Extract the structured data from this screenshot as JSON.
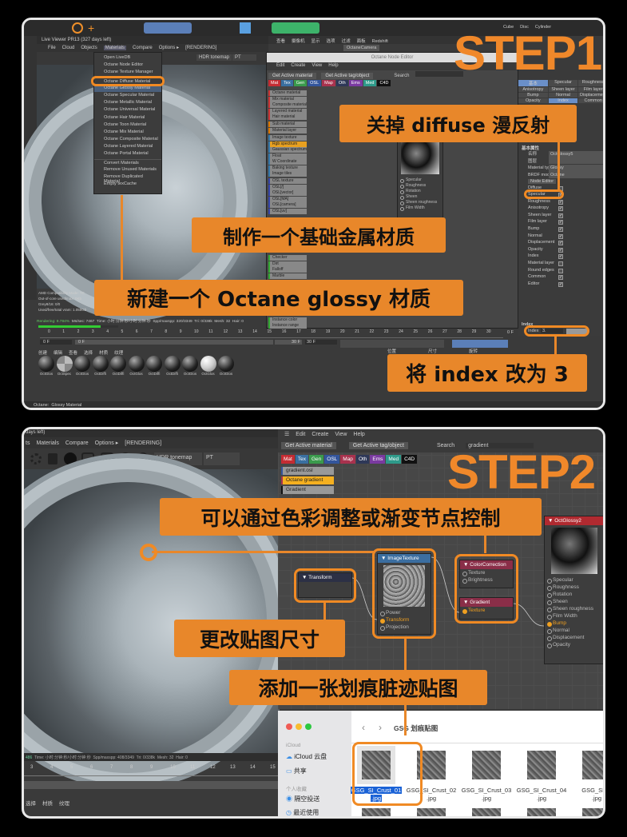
{
  "step1": {
    "step_label": "STEP1",
    "viewer_title": "Live Viewer PR13 (327 days left)",
    "menubar": [
      "File",
      "Cloud",
      "Objects",
      "Materials",
      "Compare",
      "Options ▸",
      "[RENDERING]"
    ],
    "tonemap": "HDR tonemap",
    "render_mode": "PT",
    "materials_menu": {
      "items": [
        "Open LiveDB",
        "Octane Node Editor",
        "Octane Texture Manager",
        "Octane Diffuse Material",
        "Octane Glossy Material",
        "Octane Specular Material",
        "Octane Metallic Material",
        "Octane Universal Material",
        "Octane Hair Material",
        "Octane Toon Material",
        "Octane Mix Material",
        "Octane Composite Material",
        "Octane Layered Material",
        "Octane Portal Material",
        "Convert Materials",
        "Remove Unused Materials",
        "Remove Duplicated Material",
        "Empty texCache"
      ],
      "highlighted": "Octane Glossy Material"
    },
    "node_editor": {
      "title": "Octane Node Editor",
      "menu": [
        "Edit",
        "Create",
        "View",
        "Help"
      ],
      "get_active_material": "Get Active material",
      "get_active_tag": "Get Active tag/object",
      "search_label": "Search",
      "tags": [
        "Mat",
        "Tex",
        "Gen",
        "OSL",
        "Map",
        "Oth",
        "Ems",
        "Med",
        "C4D"
      ],
      "node_list": [
        "Octane material",
        "Mix material",
        "Composite material",
        "Layered material",
        "Hair material",
        "Sub material",
        "Material layer",
        "Image texture",
        "Rgb spectrum",
        "Gaussian spectrum",
        "Float",
        "W Coordinate",
        "Baking texture",
        "Image tiles",
        "OSL texture",
        "OSL[/]",
        "OSL[vector]",
        "OSL[MA]",
        "OSL[camera]",
        "OSL[uv]",
        "Checker",
        "Dirt",
        "Falloff",
        "Marble",
        "Instance color",
        "Instance range"
      ],
      "node_ports": [
        "Specular",
        "Roughness",
        "Rotation",
        "Sheen",
        "Sheen roughness",
        "Film Width"
      ]
    },
    "viewport_menu": [
      "查看",
      "摄像机",
      "显示",
      "选项",
      "过滤",
      "面板",
      "Redshift"
    ],
    "camera": "OctaneCamera",
    "objects": [
      "Cube",
      "Disc",
      "Cylinder"
    ],
    "attributes": {
      "tabs": [
        "基本",
        "Specular",
        "Roughness",
        "Anisotropy",
        "Sheen layer",
        "Film layer",
        "Bump",
        "Normal",
        "Displacement",
        "Opacity",
        "Index",
        "Common"
      ],
      "active_tab": "Index",
      "section": "基本属性",
      "name_label": "名称",
      "name_value": "OctGlossy5",
      "layer_label": "图层",
      "material_type_label": "Material type",
      "material_type": "Glossy",
      "brdf_label": "BRDF model",
      "brdf": "Octane",
      "node_editor_btn": "Node Editor",
      "channels": [
        {
          "label": "Diffuse",
          "checked": false
        },
        {
          "label": "Specular",
          "checked": true
        },
        {
          "label": "Roughness",
          "checked": true
        },
        {
          "label": "Anisotropy",
          "checked": true
        },
        {
          "label": "Sheen layer",
          "checked": true
        },
        {
          "label": "Film layer",
          "checked": true
        },
        {
          "label": "Bump",
          "checked": true
        },
        {
          "label": "Normal",
          "checked": true
        },
        {
          "label": "Displacement",
          "checked": true
        },
        {
          "label": "Opacity",
          "checked": true
        },
        {
          "label": "Index",
          "checked": true
        },
        {
          "label": "Material layer",
          "checked": false
        },
        {
          "label": "Round edges",
          "checked": false
        },
        {
          "label": "Common",
          "checked": true
        },
        {
          "label": "Editor",
          "checked": true
        }
      ],
      "index_section": "Index",
      "index_label": "Index",
      "index_value": "3."
    },
    "stats": {
      "amd": "AMD Compatibility Mode: TC",
      "outofcore": "Out-of-core used/max: 0Kb",
      "grey": "Grey8/16: 0/0",
      "vram": "Used/free/total vram: 1.058Gb",
      "rendering": "Rendering: 9.784%",
      "msec": "Ms/sec: 7467",
      "time": "Time: 小时:分钟:秒/小时:分钟:秒",
      "spp": "Spp/maxspp: 320/3349",
      "tri": "Tri: 0/338k",
      "mesh": "Mesh: 32",
      "hair": "Hair: 0",
      "progress": 0.098
    },
    "timeline": [
      "0",
      "1",
      "2",
      "3",
      "4",
      "5",
      "6",
      "7",
      "8",
      "9",
      "10",
      "11",
      "12",
      "13",
      "14",
      "15",
      "16",
      "17",
      "18",
      "19",
      "20",
      "21",
      "22",
      "23",
      "24",
      "25",
      "26",
      "27",
      "28",
      "29",
      "30"
    ],
    "frame_start": "0 F",
    "frame_field": "0 F",
    "frame_end": "30 F",
    "frame_end2": "30 F",
    "frame_current": "0 F",
    "mat_menu": [
      "创建",
      "编辑",
      "查看",
      "选择",
      "材质",
      "纹理"
    ],
    "materials": [
      "OctGlos",
      "OctSpec",
      "OctGlos",
      "OctDiffi",
      "OctDiffi",
      "OctGlos",
      "OctDiffi",
      "OctDiffi",
      "OctGlos",
      "OctGlos",
      "OctGlos"
    ],
    "coord_headers": [
      "位置",
      "尺寸",
      "旋转"
    ],
    "status": "Octane:",
    "status_material": "Glossy Material",
    "callouts": {
      "diffuse": "关掉 diffuse 漫反射",
      "metal": "制作一个基础金属材质",
      "glossy": "新建一个 Octane glossy 材质",
      "index": "将 index 改为 3"
    }
  },
  "step2": {
    "step_label": "STEP2",
    "viewer_title": "days left)",
    "menubar": [
      "ts",
      "Materials",
      "Compare",
      "Options ▸",
      "[RENDERING]"
    ],
    "tonemap": "HDR tonemap",
    "render_mode": "PT",
    "node_editor": {
      "menu": [
        "Edit",
        "Create",
        "View",
        "Help"
      ],
      "get_active_material": "Get Active material",
      "get_active_tag": "Get Active tag/object",
      "search_label": "Search",
      "search_value": "gradient",
      "tags": [
        "Mat",
        "Tex",
        "Gen",
        "OSL",
        "Map",
        "Oth",
        "Ems",
        "Med",
        "C4D"
      ],
      "results": [
        "gradient.osl",
        "Octane gradient",
        "Gradient"
      ]
    },
    "nodes": {
      "transform": "Transform",
      "image_texture": "ImageTexture",
      "image_ports": [
        "Power",
        "Transform",
        "Projection"
      ],
      "color_correction": "ColorCorrection",
      "cc_ports": [
        "Texture",
        "Brightness"
      ],
      "gradient": "Gradient",
      "gradient_ports": [
        "Texture"
      ],
      "material": "OctGlossy2",
      "material_ports": [
        "Specular",
        "Roughness",
        "Rotation",
        "Sheen",
        "Sheen roughness",
        "Film Width",
        "Bump",
        "Normal",
        "Displacement",
        "Opacity"
      ]
    },
    "stats": {
      "time": "Time: 小时:分钟:秒/小时:分钟:秒",
      "spp": "Spp/maxspp: 408/3349",
      "tri": "Tri: 0/338k",
      "mesh": "Mesh: 32",
      "hair": "Hair: 0",
      "lead": "486"
    },
    "timeline": [
      "3",
      "4",
      "5",
      "6",
      "7",
      "8",
      "9",
      "10",
      "11",
      "12",
      "13",
      "14",
      "15"
    ],
    "mat_menu": [
      "选择",
      "材质",
      "纹理"
    ],
    "finder": {
      "folder": "GSG 划痕贴图",
      "sidebar": {
        "icloud_header": "iCloud",
        "icloud_drive": "iCloud 云盘",
        "shared": "共享",
        "personal_header": "个人收藏",
        "airdrop": "隔空投送",
        "recents": "最近使用"
      },
      "files": [
        {
          "name1": "GSG_SI_Crust_01",
          "name2": ".jpg",
          "selected": true
        },
        {
          "name1": "GSG_SI_Crust_02",
          "name2": ".jpg"
        },
        {
          "name1": "GSG_SI_Crust_03",
          "name2": ".jpg"
        },
        {
          "name1": "GSG_SI_Crust_04",
          "name2": ".jpg"
        },
        {
          "name1": "GSG_SI_C",
          "name2": ".jpg"
        }
      ]
    },
    "callouts": {
      "control": "可以通过色彩调整或渐变节点控制",
      "size": "更改贴图尺寸",
      "add": "添加一张划痕脏迹贴图"
    }
  },
  "colors": {
    "accent": "#e8872a",
    "selection": "#1a62d6",
    "panel": "#3a3a3a"
  }
}
